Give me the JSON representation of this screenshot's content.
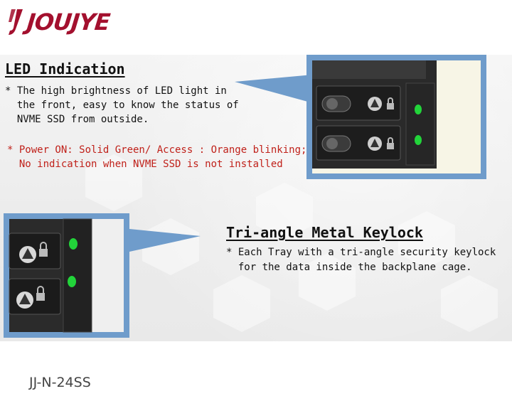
{
  "brand": {
    "logo_text": "JOUJYE"
  },
  "section1": {
    "heading": "LED Indication",
    "bullet_lines": [
      "* The high brightness of LED light in",
      "  the front, easy to know the status of",
      "  NVME SSD from outside."
    ],
    "note_lines": [
      "* Power ON: Solid Green/ Access : Orange blinking;",
      "  No indication when NVME SSD is not installed"
    ]
  },
  "section2": {
    "heading": "Tri-angle Metal Keylock",
    "bullet_lines": [
      "* Each Tray with a tri-angle security keylock",
      "  for the data inside the backplane cage."
    ]
  },
  "product": {
    "model": "JJ-N-24SS"
  },
  "colors": {
    "brand": "#a3102e",
    "frame": "#6f9ccb",
    "note": "#c0211a",
    "led": "#22d43a"
  },
  "icons": [
    "logo-swoosh-icon",
    "led-icon",
    "keylock-icon",
    "padlock-icon"
  ]
}
